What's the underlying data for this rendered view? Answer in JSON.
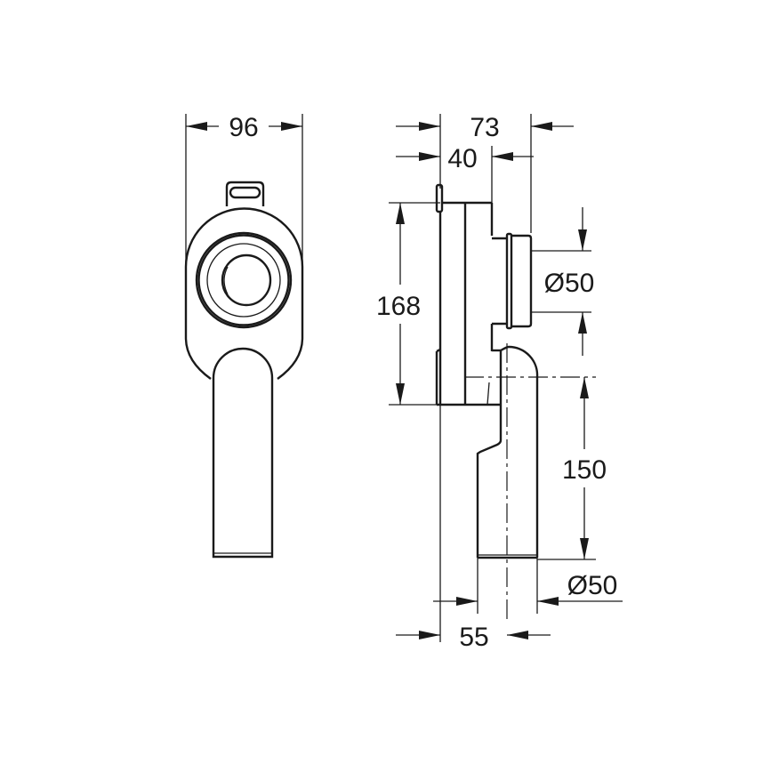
{
  "drawing": {
    "title": "Siphon technical drawing",
    "line_color": "#1a1a1a",
    "background": "#ffffff",
    "units": "mm"
  },
  "front_view": {
    "width_dim": "96"
  },
  "side_view": {
    "depth_total_dim": "73",
    "depth_body_dim": "40",
    "height_body_dim": "168",
    "inlet_diameter_dim": "Ø50",
    "outlet_drop_dim": "150",
    "outlet_diameter_dim": "Ø50",
    "outlet_offset_dim": "55"
  }
}
